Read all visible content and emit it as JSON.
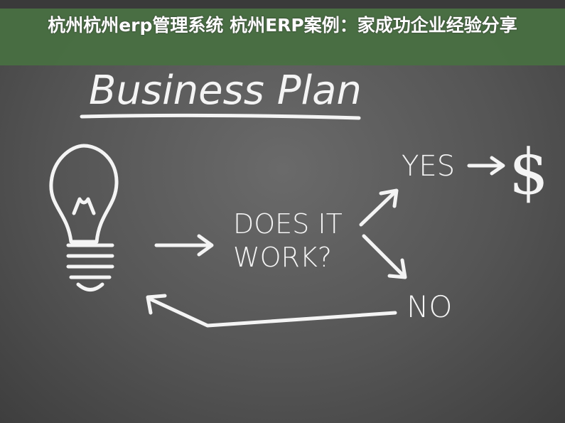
{
  "banner": {
    "title": "杭州杭州erp管理系统 杭州ERP案例：家成功企业经验分享"
  },
  "board": {
    "heading": "Business Plan",
    "question_line1": "DOES IT",
    "question_line2": "WORK?",
    "yes": "YES",
    "no": "NO",
    "dollar": "$"
  }
}
